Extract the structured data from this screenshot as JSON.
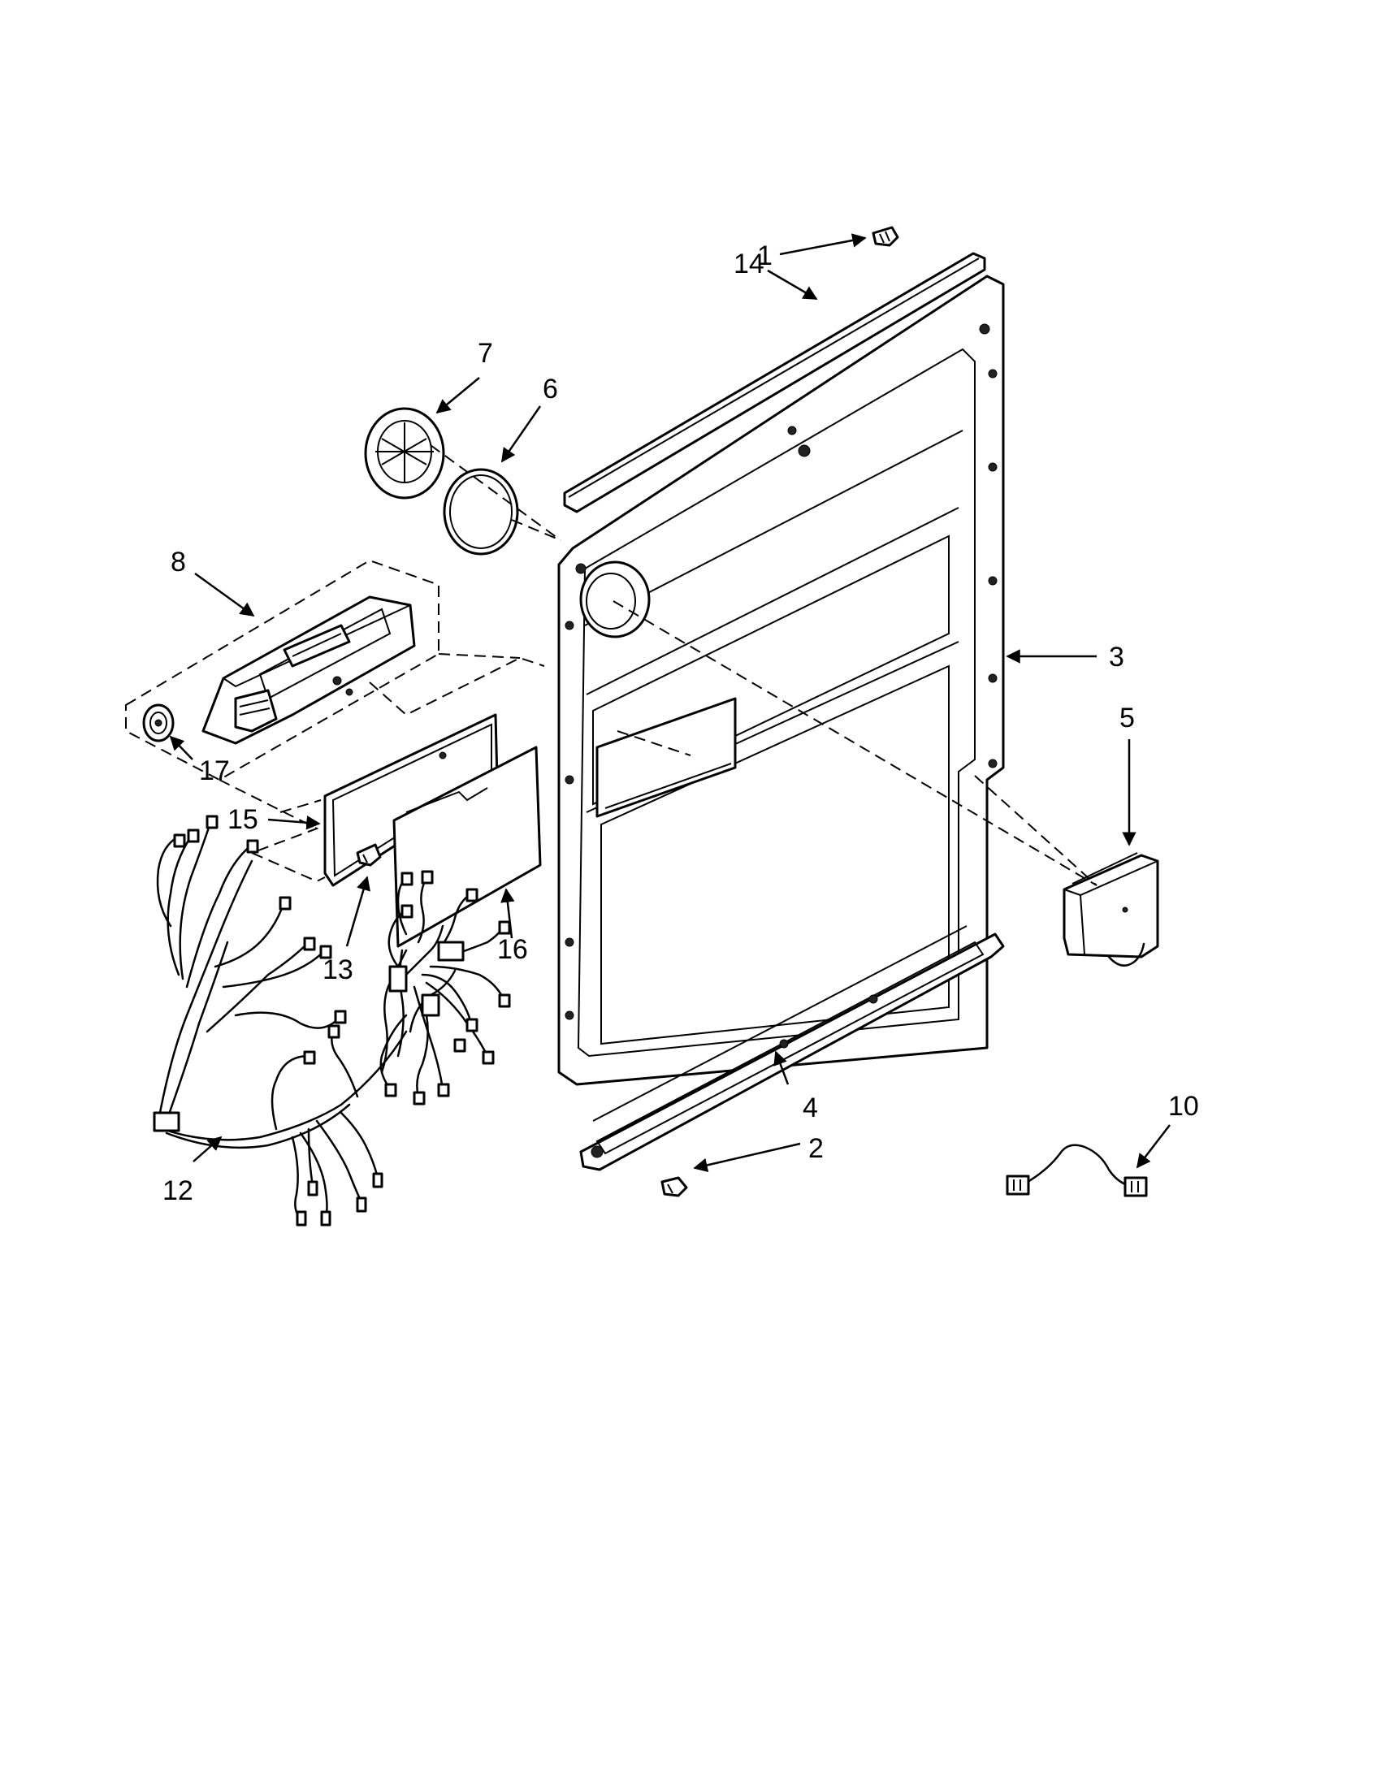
{
  "callouts": {
    "c1": "1",
    "c2": "2",
    "c3": "3",
    "c4": "4",
    "c5": "5",
    "c6": "6",
    "c7": "7",
    "c8": "8",
    "c10": "10",
    "c12": "12",
    "c13": "13",
    "c14": "14",
    "c15": "15",
    "c16": "16",
    "c17": "17"
  },
  "colors": {
    "line": "#000000",
    "background": "#ffffff"
  }
}
